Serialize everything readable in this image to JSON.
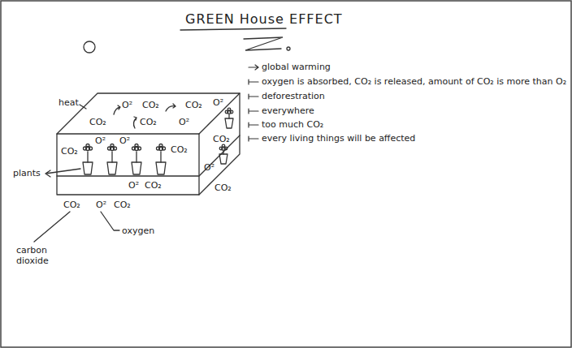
{
  "diagram": {
    "title": "GREEN House EFFECT",
    "labels": [
      "global warming",
      "oxygen is absorbed, CO₂ is released, amount of CO₂ is more than O₂",
      "deforestration",
      "everywhere",
      "too much CO₂",
      "every living things will be affected",
      "heat",
      "O²",
      "CO₂",
      "CO₂",
      "O²",
      "CO₂",
      "CO₂",
      "O²",
      "CO₂",
      "CO₂",
      "O²",
      "O²",
      "CO₂",
      "O²",
      "CO₂",
      "O²",
      "CO₂",
      "CO₂",
      "O²",
      "CO₂",
      "plants",
      "carbon dioxide",
      "oxygen"
    ]
  }
}
